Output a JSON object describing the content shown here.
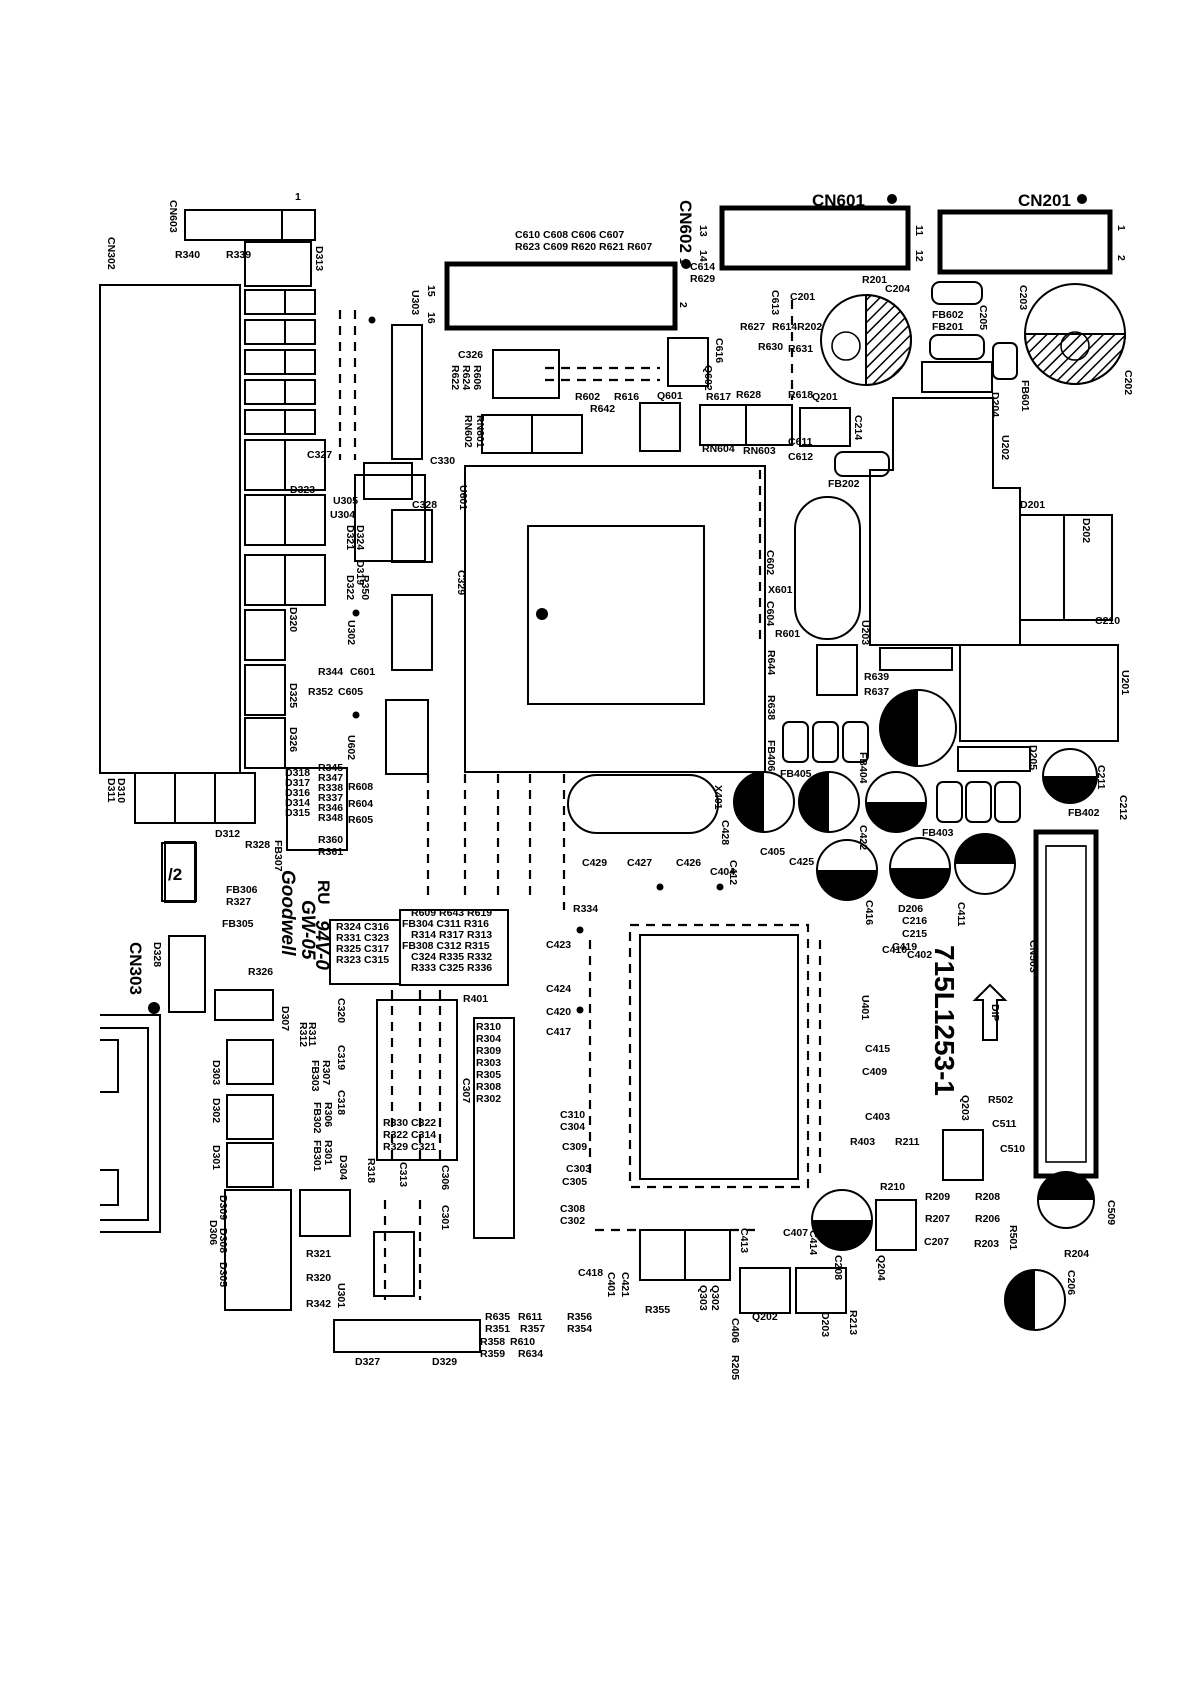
{
  "board_id": "715L1253-1",
  "brand_mark": "Goodwell",
  "material_code": "GW-05",
  "flammability": "94V-0",
  "dip_arrow": "DIP",
  "ul_mark": "RU",
  "page_mark": "/2",
  "connectors": {
    "cn601": "CN601",
    "cn201": "CN201",
    "cn602": "CN602",
    "cn603": "CN603",
    "cn302": "CN302",
    "cn303": "CN303",
    "cn503": "CN503"
  },
  "pin_numbers": {
    "cn603_pin1": "1",
    "cn602_pin15": "15",
    "cn602_pin16": "16",
    "cn602_pin1": "1",
    "cn602_pin2": "2",
    "cn601_pin13": "13",
    "cn601_pin14": "14",
    "cn601_pin11": "11",
    "cn601_pin12": "12",
    "cn201_pin1": "1",
    "cn201_pin2": "2"
  },
  "ics": {
    "u601": "U601",
    "u401": "U401",
    "u202": "U202",
    "u201": "U201",
    "u203": "U203",
    "u303": "U303",
    "u302": "U302",
    "u602": "U602",
    "u305": "U305",
    "u304": "U304",
    "u301": "U301",
    "x601": "X601",
    "x401": "X401"
  },
  "labels": [
    "R340",
    "R339",
    "D313",
    "CN603",
    "C610 C608 C606  C607",
    "R623 C609 R620 R621 R607",
    "C614",
    "R629",
    "R201",
    "C204",
    "C613",
    "R627",
    "R614R202",
    "R630",
    "R631",
    "C201",
    "C205",
    "C203",
    "FB602",
    "FB201",
    "FB601",
    "D204",
    "C202",
    "C326",
    "R622",
    "R624",
    "R606",
    "C616",
    "Q602",
    "Q601",
    "R602",
    "R616",
    "R642",
    "RN602",
    "RN601",
    "R617",
    "R628",
    "R618",
    "Q201",
    "C214",
    "RN604",
    "RN603",
    "C611",
    "C612",
    "C330",
    "C327",
    "D323",
    "U305",
    "C328",
    "U304",
    "D321",
    "D324",
    "D322",
    "D319",
    "R350",
    "C329",
    "FB202",
    "D201",
    "D202",
    "C602",
    "C604",
    "R601",
    "R644",
    "R638",
    "R639",
    "R637",
    "C210",
    "D320",
    "R344",
    "C601",
    "R352",
    "C605",
    "D325",
    "D326",
    "FB406",
    "FB405",
    "FB404",
    "D205",
    "C211",
    "C212",
    "FB402",
    "FB403",
    "D318",
    "D317",
    "D316",
    "D314",
    "D315",
    "R345",
    "R347",
    "R338",
    "R337",
    "R346",
    "R348",
    "R608",
    "R604",
    "R605",
    "R360",
    "R361",
    "D311",
    "D310",
    "D312",
    "R328",
    "FB307",
    "FB306",
    "R327",
    "FB305",
    "C428",
    "C429",
    "C427",
    "C426",
    "C404",
    "C412",
    "C405",
    "C425",
    "C422",
    "C416",
    "C411",
    "D206",
    "C216",
    "C215",
    "C419",
    "C402",
    "C410",
    "R609 R643 R619",
    "FB304 C311 R316",
    "R314 R317 R313",
    "FB308 C312 R315",
    "C324 R335 R332",
    "R333 C325 R336",
    "R324 C316",
    "R331 C323",
    "R325 C317",
    "R323 C315",
    "R334",
    "C423",
    "C424",
    "C420",
    "C417",
    "R401",
    "R326",
    "D307",
    "D328",
    "R312",
    "R311",
    "C320",
    "C319",
    "C318",
    "R307",
    "FB303",
    "R306",
    "FB302",
    "R301",
    "FB301",
    "D303",
    "D302",
    "D301",
    "D304",
    "R318",
    "C313",
    "R330 C322",
    "R322 C314",
    "R329 C321",
    "C306",
    "C301",
    "R310",
    "R304",
    "R309",
    "R303",
    "R305",
    "R308",
    "R302",
    "C307",
    "C310",
    "C304",
    "C309",
    "C303",
    "C305",
    "C308",
    "C302",
    "C415",
    "C409",
    "C403",
    "R403",
    "R211",
    "R210",
    "Q203",
    "R502",
    "C511",
    "C510",
    "R209",
    "R208",
    "R207",
    "R206",
    "R501",
    "C207",
    "R203",
    "C509",
    "R204",
    "C206",
    "D309",
    "D308",
    "D305",
    "D306",
    "R321",
    "R320",
    "R342",
    "C418",
    "C401",
    "C421",
    "R355",
    "Q303",
    "Q302",
    "C413",
    "C407",
    "C414",
    "C208",
    "Q204",
    "C406",
    "R205",
    "Q202",
    "D203",
    "R213",
    "R356",
    "R354",
    "R635",
    "R611",
    "R351",
    "R357",
    "R358",
    "R610",
    "R359",
    "R634",
    "D327",
    "D329"
  ]
}
